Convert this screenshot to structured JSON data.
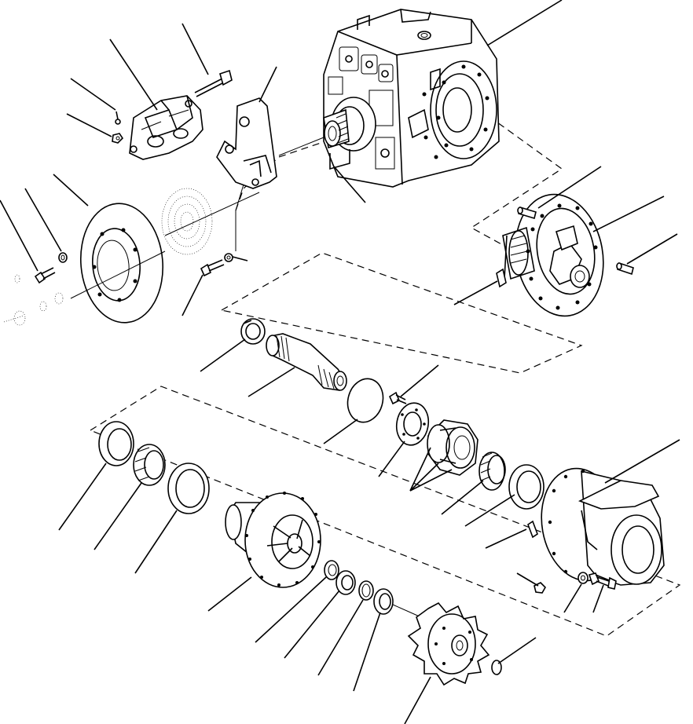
{
  "figure": {
    "description_text": "",
    "colors": {
      "line": "#000000",
      "background": "#ffffff"
    },
    "leaders": [
      {
        "id": "l01",
        "name": "leader-housing"
      },
      {
        "id": "l02",
        "name": "leader-caliper-bolt"
      },
      {
        "id": "l03",
        "name": "leader-caliper"
      },
      {
        "id": "l04",
        "name": "leader-bracket"
      },
      {
        "id": "l05",
        "name": "leader-small-pin-top"
      },
      {
        "id": "l06",
        "name": "leader-caliper-nut"
      },
      {
        "id": "l07",
        "name": "leader-pinion-shaft"
      },
      {
        "id": "l08",
        "name": "leader-disc-bolt"
      },
      {
        "id": "l09",
        "name": "leader-disc-washer"
      },
      {
        "id": "l10",
        "name": "leader-brake-disc"
      },
      {
        "id": "l11",
        "name": "leader-bracket-bolt"
      },
      {
        "id": "l12",
        "name": "leader-diff-pin-left"
      },
      {
        "id": "l13",
        "name": "leader-differential"
      },
      {
        "id": "l14",
        "name": "leader-diff-pin-right"
      },
      {
        "id": "l15",
        "name": "leader-diff-key"
      },
      {
        "id": "l16",
        "name": "leader-shaft-bearing"
      },
      {
        "id": "l17",
        "name": "leader-axle-shaft"
      },
      {
        "id": "l18",
        "name": "leader-oring"
      },
      {
        "id": "l19",
        "name": "leader-flange-bolt"
      },
      {
        "id": "l20",
        "name": "leader-flange-plate"
      },
      {
        "id": "l21",
        "name": "leader-coupling"
      },
      {
        "id": "l22",
        "name": "leader-final-bearing-cone"
      },
      {
        "id": "l23",
        "name": "leader-final-bearing-cup"
      },
      {
        "id": "l24",
        "name": "leader-final-housing"
      },
      {
        "id": "l25",
        "name": "leader-housing-dowel"
      },
      {
        "id": "l26",
        "name": "leader-housing-nut"
      },
      {
        "id": "l27",
        "name": "leader-housing-bolt"
      },
      {
        "id": "l28",
        "name": "leader-hub-bearing-cup-outer"
      },
      {
        "id": "l29",
        "name": "leader-hub-bearing-cone"
      },
      {
        "id": "l30",
        "name": "leader-hub-seal"
      },
      {
        "id": "l31",
        "name": "leader-hub"
      },
      {
        "id": "l32",
        "name": "leader-retainer-ring"
      },
      {
        "id": "l33",
        "name": "leader-spacer"
      },
      {
        "id": "l34",
        "name": "leader-snap-ring"
      },
      {
        "id": "l35",
        "name": "leader-thrust-washer"
      },
      {
        "id": "l36",
        "name": "leader-sprocket"
      },
      {
        "id": "l37",
        "name": "leader-sprocket-ring"
      }
    ]
  }
}
